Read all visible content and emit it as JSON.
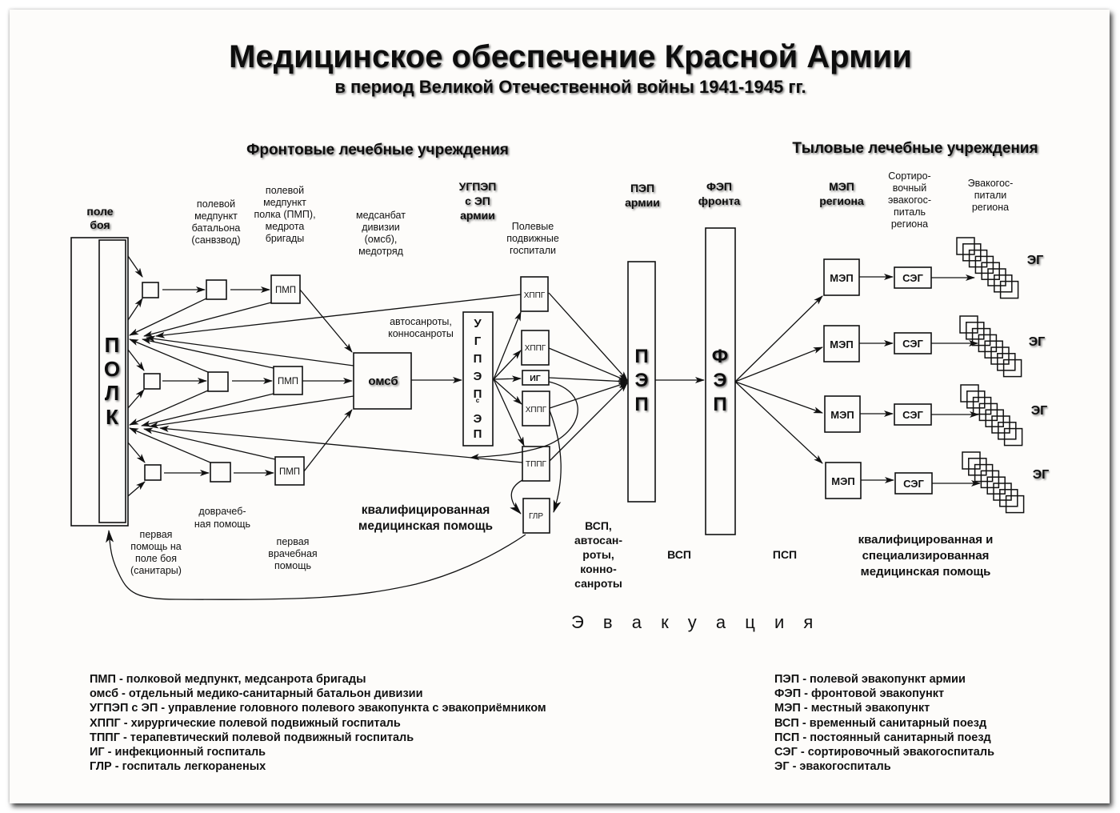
{
  "title": "Медицинское обеспечение Красной Армии",
  "subtitle": "в период Великой Отечественной войны 1941-1945 гг.",
  "sections": {
    "front": "Фронтовые лечебные учреждения",
    "rear": "Тыловые лечебные учреждения"
  },
  "headers": {
    "battlefield": [
      "поле",
      "боя"
    ],
    "battalion_post": [
      "полевой",
      "медпункт",
      "батальона",
      "(санвзвод)"
    ],
    "regiment_post": [
      "полевой",
      "медпункт",
      "полка (ПМП),",
      "медрота",
      "бригады"
    ],
    "medsanbat": [
      "медсанбат",
      "дивизии",
      "(омсб),",
      "медотряд"
    ],
    "ugpep": [
      "УГПЭП",
      "с ЭП",
      "армии"
    ],
    "field_hospitals": [
      "Полевые",
      "подвижные",
      "госпитали"
    ],
    "pep": [
      "ПЭП",
      "армии"
    ],
    "fep": [
      "ФЭП",
      "фронта"
    ],
    "mep": [
      "МЭП",
      "региона"
    ],
    "seg": [
      "Сортиро-",
      "вочный",
      "эвакогос-",
      "питаль",
      "региона"
    ],
    "eg": [
      "Эвакогос-",
      "питали",
      "региона"
    ]
  },
  "nodes": {
    "polk": [
      "П",
      "О",
      "Л",
      "К"
    ],
    "pmp": "ПМП",
    "omsb": "омсб",
    "ugpep_vertical": [
      "У",
      "Г",
      "П",
      "Э",
      "П",
      "с",
      "Э",
      "П"
    ],
    "hppg": "ХППГ",
    "ig": "ИГ",
    "tppg": "ТППГ",
    "glr": "ГЛР",
    "pep_vertical": [
      "П",
      "Э",
      "П"
    ],
    "fep_vertical": [
      "Ф",
      "Э",
      "П"
    ],
    "mep": "МЭП",
    "seg": "СЭГ",
    "eg": "ЭГ"
  },
  "annotations": {
    "autosanroty": [
      "автосанроты,",
      "конносанроты"
    ],
    "first_aid": [
      "первая",
      "помощь на",
      "поле боя",
      "(санитары)"
    ],
    "pre_medical": [
      "доврачеб-",
      "ная помощь"
    ],
    "first_medical": [
      "первая",
      "врачебная",
      "помощь"
    ],
    "qualified": [
      "квалифицированная",
      "медицинская помощь"
    ],
    "vsp_auto": [
      "ВСП,",
      "автосан-",
      "роты,",
      "конно-",
      "санроты"
    ],
    "vsp": "ВСП",
    "psp": "ПСП",
    "qualified_specialized": [
      "квалифицированная и",
      "специализированная",
      "медицинская помощь"
    ],
    "evacuation": "Э в а к у а ц и я"
  },
  "legend_left": [
    "ПМП - полковой медпункт, медсанрота бригады",
    "омсб - отдельный медико-санитарный батальон дивизии",
    "УГПЭП с ЭП - управление головного полевого эвакопункта с эвакоприёмником",
    "ХППГ - хирургические полевой подвижный госпиталь",
    "ТППГ - терапевтический полевой подвижный госпиталь",
    "ИГ - инфекционный госпиталь",
    "ГЛР - госпиталь легкораненых"
  ],
  "legend_right": [
    "ПЭП - полевой эвакопункт армии",
    "ФЭП - фронтовой эвакопункт",
    "МЭП - местный эвакопункт",
    "ВСП - временный санитарный поезд",
    "ПСП - постоянный санитарный поезд",
    "СЭГ - сортировочный эвакогоспиталь",
    "ЭГ - эвакогоспиталь"
  ]
}
